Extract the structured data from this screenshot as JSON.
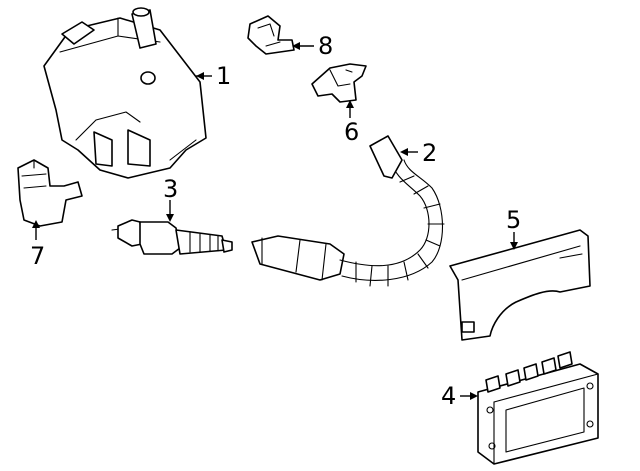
{
  "diagram": {
    "callouts": [
      {
        "number": "1"
      },
      {
        "number": "2"
      },
      {
        "number": "3"
      },
      {
        "number": "4"
      },
      {
        "number": "5"
      },
      {
        "number": "6"
      },
      {
        "number": "7"
      },
      {
        "number": "8"
      }
    ]
  }
}
